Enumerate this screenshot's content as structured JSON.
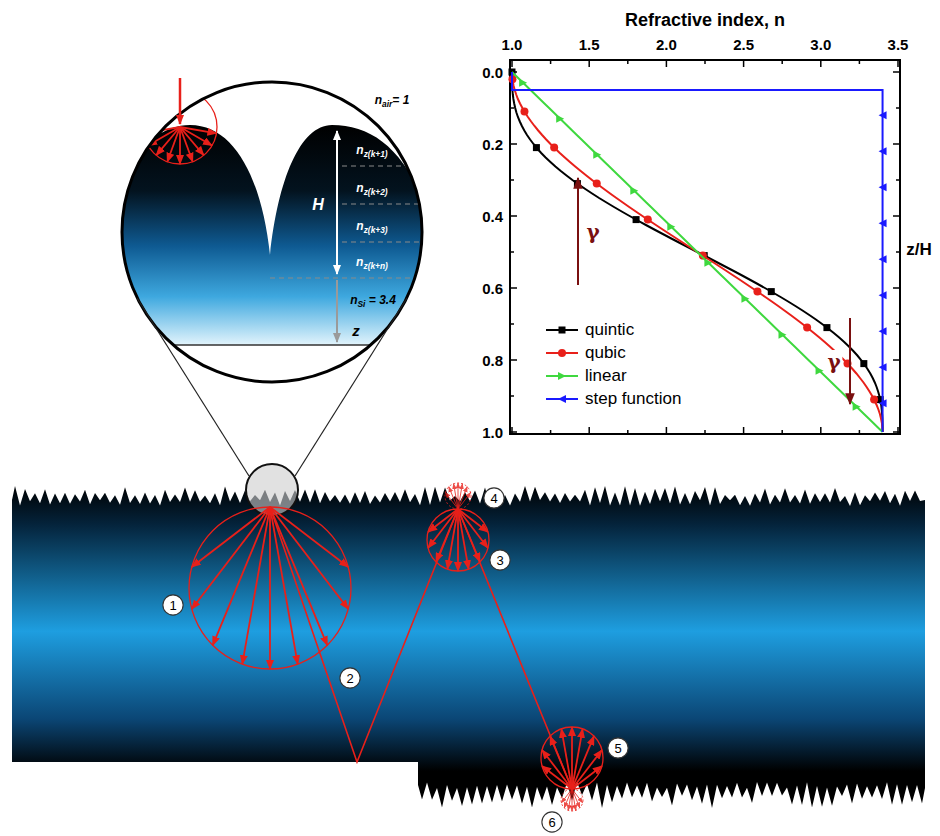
{
  "diagram": {
    "nodes": [
      {
        "text": [
          "1"
        ]
      },
      {
        "text": [
          "2"
        ]
      },
      {
        "text": [
          "3"
        ]
      },
      {
        "text": [
          "4"
        ]
      },
      {
        "text": [
          "5"
        ]
      },
      {
        "text": [
          "6"
        ]
      }
    ],
    "labels": [
      "Refractive index, n",
      "1.0",
      "1.5",
      "2.0",
      "2.5",
      "3.0",
      "3.5",
      "z/H",
      "0.0",
      "0.2",
      "0.4",
      "0.6",
      "0.8",
      "1.0",
      "γ",
      "γ",
      "nair= 1",
      "nz(k+1)",
      "nz(k+2)",
      "nz(k+3)",
      "nz(k+n)",
      "H",
      "nSi = 3.4",
      "z"
    ],
    "legend": [
      {
        "text": "quintic"
      },
      {
        "text": "qubic"
      },
      {
        "text": "linear"
      },
      {
        "text": "step function"
      }
    ]
  }
}
